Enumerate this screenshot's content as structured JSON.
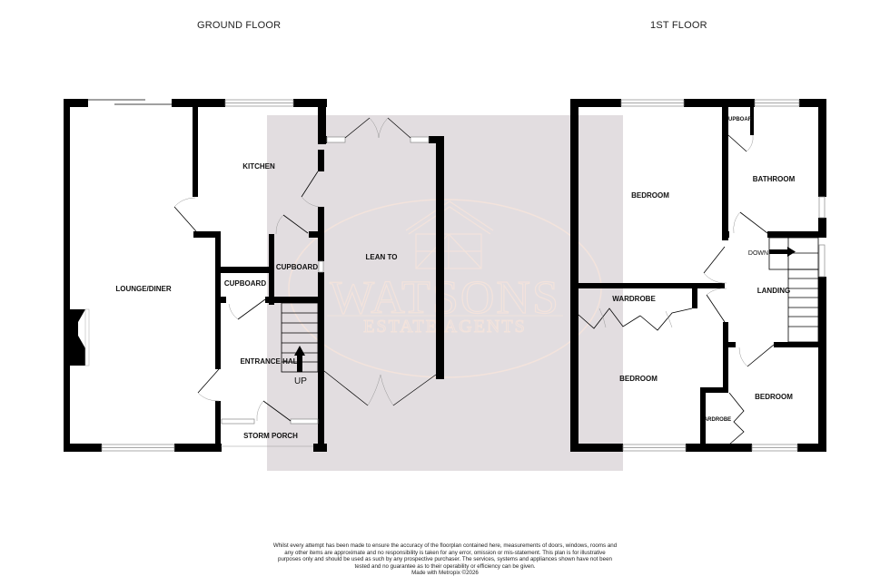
{
  "floors": {
    "ground": {
      "title": "GROUND FLOOR",
      "rooms": {
        "lounge": "LOUNGE/DINER",
        "kitchen": "KITCHEN",
        "cupboard1": "CUPBOARD",
        "cupboard2": "CUPBOARD",
        "lean_to": "LEAN TO",
        "entrance_hall": "ENTRANCE HAL",
        "storm_porch": "STORM PORCH"
      },
      "stairs_label": "UP"
    },
    "first": {
      "title": "1ST FLOOR",
      "rooms": {
        "bedroom1": "BEDROOM",
        "bathroom": "BATHROOM",
        "cupboard": "UPBOAR",
        "wardrobe": "WARDROBE",
        "landing": "LANDING",
        "bedroom2": "BEDROOM",
        "bedroom3": "BEDROOM",
        "wardrobe_small": "ARDROBE"
      },
      "stairs_label": "DOWN"
    }
  },
  "watermark": {
    "name": "WATSONS",
    "tagline": "ESTATE AGENTS",
    "background_color": "#e2dde0",
    "line_color": "#f3e3dc"
  },
  "disclaimer": {
    "text": "Whilst every attempt has been made to ensure the accuracy of the floorplan contained here, measurements of doors, windows, rooms and any other items are approximate and no responsibility is taken for any error, omission or mis-statement. This plan is for illustrative purposes only and should be used as such by any prospective purchaser. The services, systems and appliances shown have not been tested and no guarantee as to their operability or efficiency can be given.",
    "credit": "Made with Metropix ©2026"
  }
}
